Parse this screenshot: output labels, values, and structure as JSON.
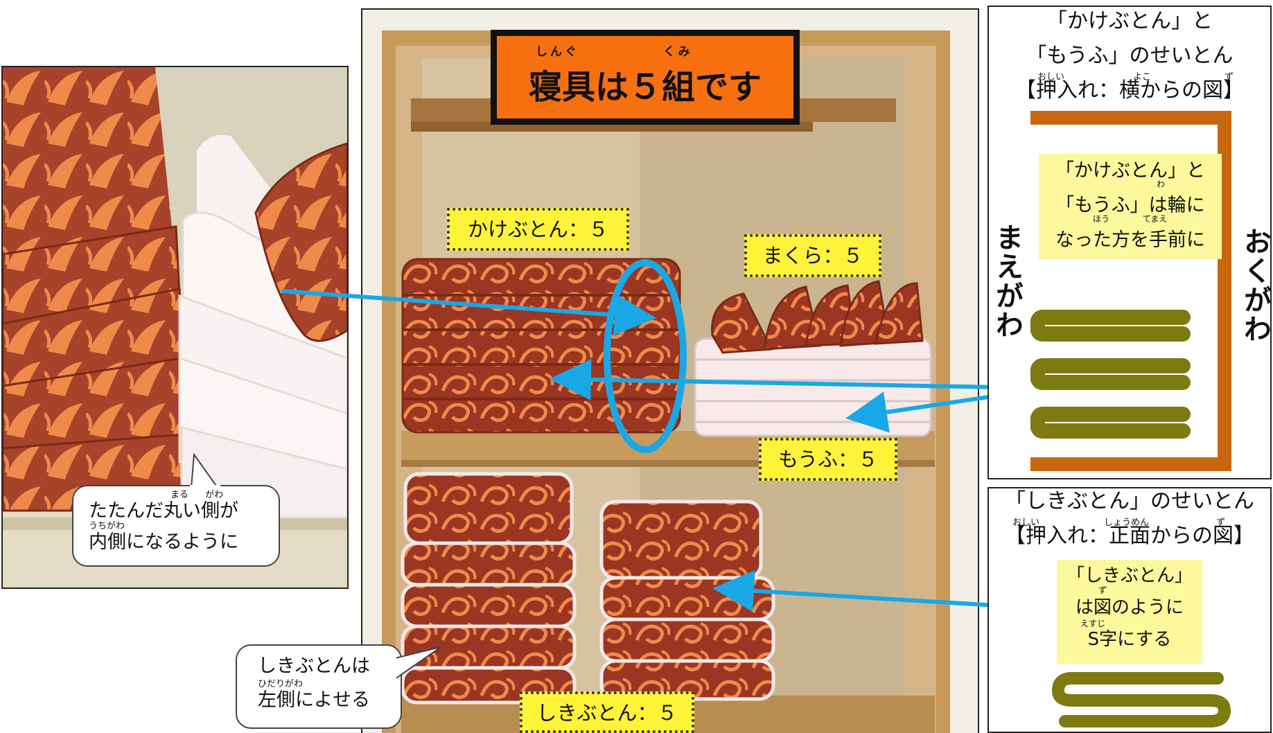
{
  "title": {
    "text": "寝具は５組です",
    "ruby_shingu": "しんぐ",
    "ruby_kumi": "くみ"
  },
  "labels": {
    "kakebuton": "かけぶとん：５",
    "makura": "まくら：５",
    "moufu": "もうふ：５",
    "shikibuton": "しきぶとん：５"
  },
  "bubbles": {
    "closeup_line1": "たたんだ丸い側が",
    "closeup_ruby1_maru": "まる",
    "closeup_ruby1_gawa": "がわ",
    "closeup_line2": "内側になるように",
    "closeup_ruby2": "うちがわ",
    "left_line1": "しきぶとんは",
    "left_line2": "左側によせる",
    "left_ruby2": "ひだりがわ"
  },
  "panel_top": {
    "heading1": "「かけぶとん」と",
    "heading2": "「もうふ」のせいとん",
    "heading3": "【押入れ：横からの図】",
    "ruby3_oshii": "おしい",
    "ruby3_yoko": "よこ",
    "ruby3_zu": "ず",
    "note1": "「かけぶとん」と",
    "note2": "「もうふ」は輪に",
    "note2_ruby": "わ",
    "note3": "なった方を手前に",
    "note3_ruby_hou": "ほう",
    "note3_ruby_temae": "てまえ",
    "side_front": "まえがわ",
    "side_back": "おくがわ"
  },
  "panel_bottom": {
    "heading1": "「しきぶとん」のせいとん",
    "heading2": "【押入れ：正面からの図】",
    "ruby2_oshii": "おしい",
    "ruby2_shoumen": "しょうめん",
    "ruby2_zu": "ず",
    "note1": "「しきぶとん」",
    "note2": "は図のように",
    "note2_ruby": "ず",
    "note3": "S字にする",
    "note3_ruby": "えすじ"
  },
  "colors": {
    "arrow": "#1aa7e6",
    "futon": "#9e3a24",
    "futon_pattern": "#f08a4b",
    "fold_olive": "#7d7a10",
    "closet_brown": "#c86710",
    "note_yellow": "#fdf89c",
    "tag_yellow": "#fff33a",
    "banner_orange": "#f77010"
  }
}
